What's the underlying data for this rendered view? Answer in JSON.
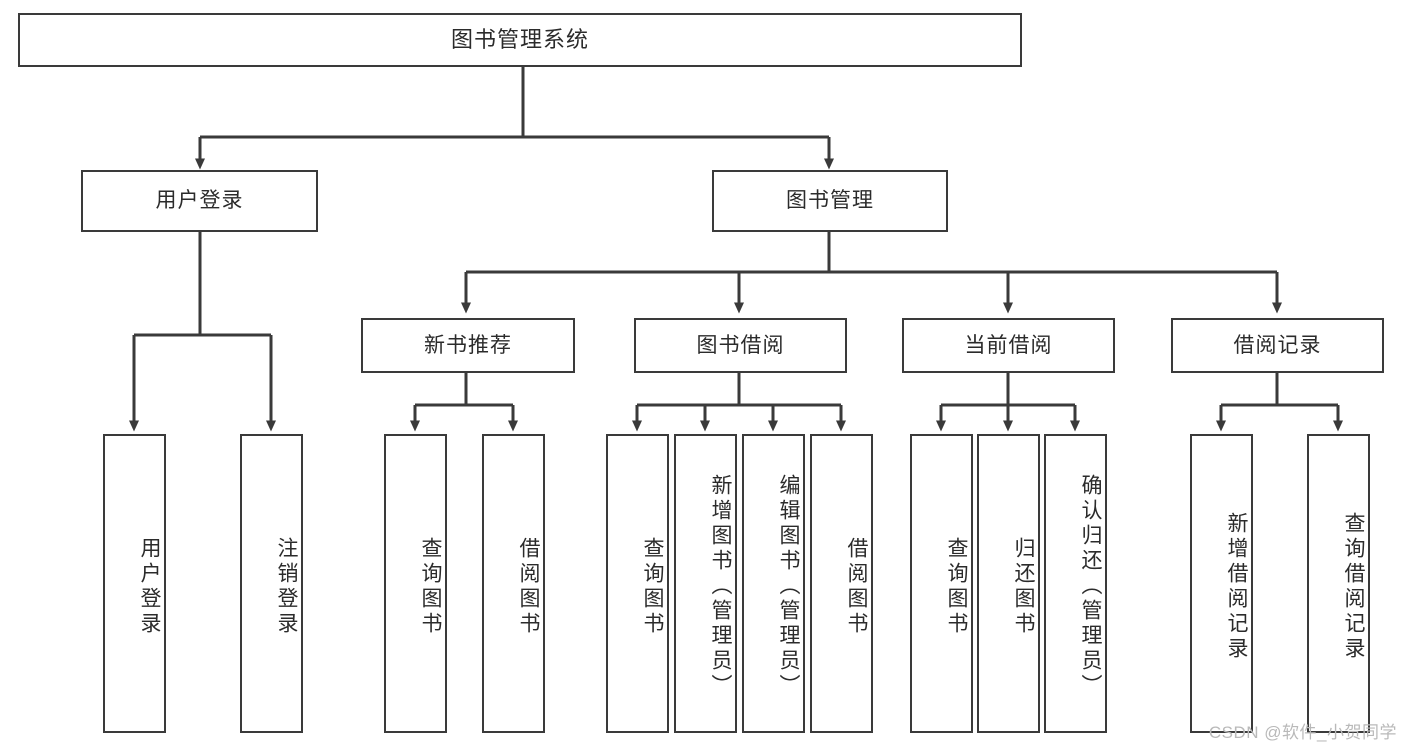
{
  "diagram": {
    "type": "tree-hierarchy",
    "title": "图书管理系统",
    "root": {
      "label": "图书管理系统",
      "level": 0
    },
    "level1": [
      {
        "id": "user-login",
        "label": "用户登录"
      },
      {
        "id": "book-management",
        "label": "图书管理"
      }
    ],
    "level2": [
      {
        "id": "new-book-recommend",
        "label": "新书推荐",
        "parent": "book-management"
      },
      {
        "id": "book-borrow",
        "label": "图书借阅",
        "parent": "book-management"
      },
      {
        "id": "current-borrow",
        "label": "当前借阅",
        "parent": "book-management"
      },
      {
        "id": "borrow-record",
        "label": "借阅记录",
        "parent": "book-management"
      }
    ],
    "leaves": [
      {
        "id": "leaf-user-login",
        "label": "用户登录",
        "parent": "user-login"
      },
      {
        "id": "leaf-logout",
        "label": "注销登录",
        "parent": "user-login"
      },
      {
        "id": "leaf-query-book-1",
        "label": "查询图书",
        "parent": "new-book-recommend"
      },
      {
        "id": "leaf-borrow-book-1",
        "label": "借阅图书",
        "parent": "new-book-recommend"
      },
      {
        "id": "leaf-query-book-2",
        "label": "查询图书",
        "parent": "book-borrow"
      },
      {
        "id": "leaf-add-book",
        "label": "新增图书（管理员）",
        "parent": "book-borrow"
      },
      {
        "id": "leaf-edit-book",
        "label": "编辑图书（管理员）",
        "parent": "book-borrow"
      },
      {
        "id": "leaf-borrow-book-2",
        "label": "借阅图书",
        "parent": "book-borrow"
      },
      {
        "id": "leaf-query-book-3",
        "label": "查询图书",
        "parent": "current-borrow"
      },
      {
        "id": "leaf-return-book",
        "label": "归还图书",
        "parent": "current-borrow"
      },
      {
        "id": "leaf-confirm-return",
        "label": "确认归还（管理员）",
        "parent": "current-borrow"
      },
      {
        "id": "leaf-add-record",
        "label": "新增借阅记录",
        "parent": "borrow-record"
      },
      {
        "id": "leaf-query-record",
        "label": "查询借阅记录",
        "parent": "borrow-record"
      }
    ],
    "watermark": "CSDN @软件_小贺同学",
    "colors": {
      "background": "#ffffff",
      "box_border": "#3a3a3a",
      "box_fill": "#ffffff",
      "connector": "#3a3a3a",
      "text": "#2b2b2b",
      "watermark": "#b9b9b9"
    }
  }
}
